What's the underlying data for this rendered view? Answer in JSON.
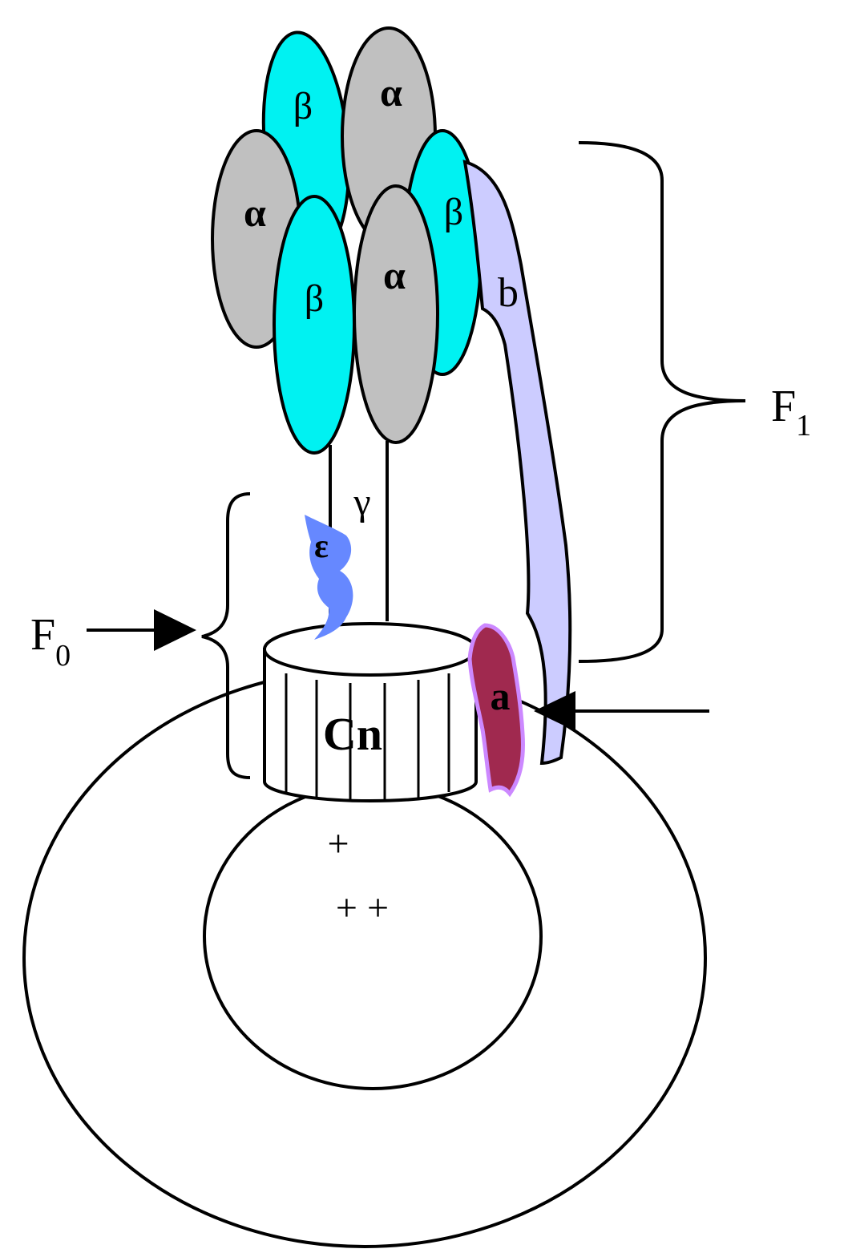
{
  "colors": {
    "alpha_fill": "#c0c0c0",
    "beta_fill": "#00f2f2",
    "b_stalk_fill": "#ccccff",
    "epsilon_fill": "#6688ff",
    "a_subunit_fill": "#a0294f",
    "a_subunit_outline": "#cc88ff",
    "line": "#000000",
    "background": "#ffffff"
  },
  "subunits": {
    "alpha_top": "α",
    "alpha_left": "α",
    "alpha_center": "α",
    "beta_top": "β",
    "beta_front": "β",
    "beta_right": "β",
    "b_stalk": "b",
    "gamma": "γ",
    "epsilon": "ε",
    "a_subunit": "a",
    "c_ring": "Cn"
  },
  "labels": {
    "f1_main": "F",
    "f1_sub": "1",
    "f0_main": "F",
    "f0_sub": "0"
  },
  "charges": {
    "row1": "+",
    "row2": "+ +"
  },
  "icons": {
    "f0_pointer": "arrow-right-icon",
    "a_pointer": "arrow-left-icon"
  }
}
